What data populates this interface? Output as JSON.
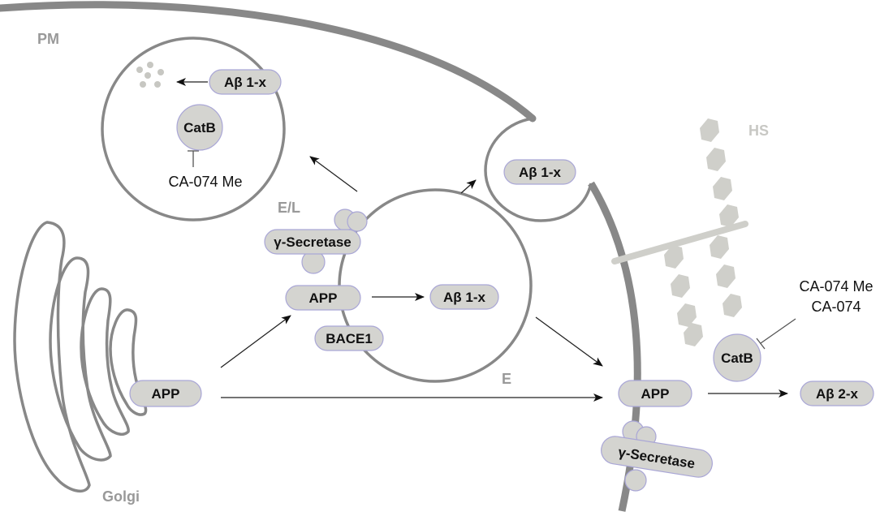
{
  "regions": {
    "pm": "PM",
    "el": "E/L",
    "e": "E",
    "hs": "HS",
    "golgi": "Golgi"
  },
  "molecules": {
    "app_golgi": "APP",
    "app_el": "APP",
    "app_pm": "APP",
    "gamma_secretase_el": "γ-Secretase",
    "gamma_secretase_pm": "γ-Secretase",
    "bace1": "BACE1",
    "abeta_lys": "Aβ 1-x",
    "abeta_el": "Aβ 1-x",
    "abeta_exo": "Aβ 1-x",
    "abeta_2x": "Aβ 2-x",
    "catb_lys": "CatB",
    "catb_ext": "CatB"
  },
  "inhibitors": {
    "lysosome": "CA-074 Me",
    "extracellular_line1": "CA-074 Me",
    "extracellular_line2": "CA-074"
  },
  "colors": {
    "membrane": "#888888",
    "pill_fill": "#d4d4d0",
    "pill_stroke": "#a9a6d6",
    "hs_chain": "#cfcfca",
    "region_label": "#999999"
  }
}
